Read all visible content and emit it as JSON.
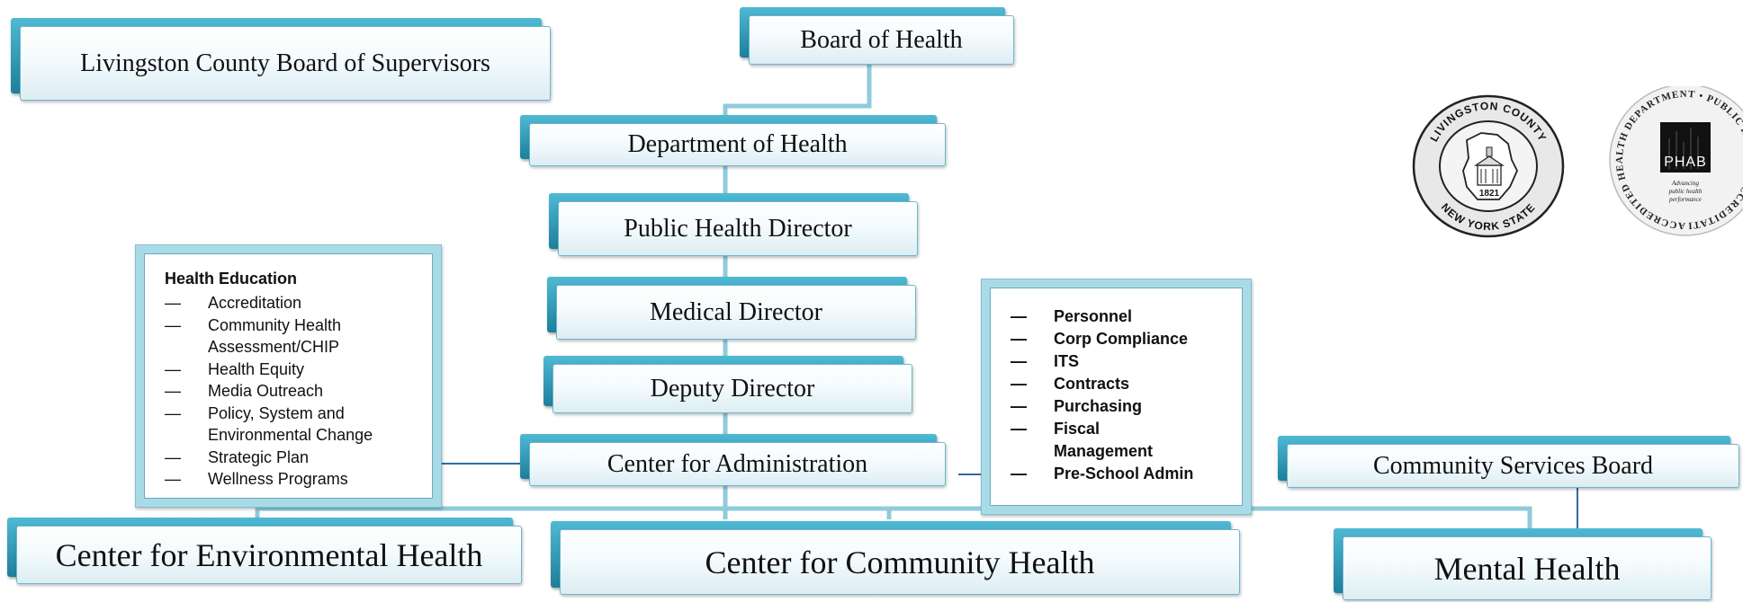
{
  "boxes": {
    "board_of_supervisors": "Livingston County Board of Supervisors",
    "board_of_health": "Board of Health",
    "department_of_health": "Department of Health",
    "public_health_director": "Public Health Director",
    "medical_director": "Medical Director",
    "deputy_director": "Deputy Director",
    "center_for_administration": "Center for Administration",
    "community_services_board": "Community Services Board",
    "center_for_environmental_health": "Center for Environmental Health",
    "center_for_community_health": "Center for Community Health",
    "mental_health": "Mental Health"
  },
  "health_education": {
    "heading": "Health Education",
    "dash": "—",
    "items": [
      "Accreditation",
      "Community Health Assessment/CHIP",
      "Health Equity",
      "Media Outreach",
      "Policy, System and Environmental Change",
      "Strategic Plan",
      "Wellness Programs"
    ]
  },
  "administration_list": {
    "dash": "—",
    "items": [
      "Personnel",
      "Corp Compliance",
      "ITS",
      "Contracts",
      "Purchasing",
      "Fiscal Management",
      "Pre-School Admin"
    ]
  },
  "seal": {
    "top_text": "LIVINGSTON COUNTY",
    "bottom_text": "NEW YORK STATE",
    "year": "1821"
  },
  "phab": {
    "ring_text": "ACCREDITED HEALTH DEPARTMENT • PUBLIC HEALTH ACCREDITATION BOARD",
    "name": "PHAB",
    "tagline_1": "Advancing",
    "tagline_2": "public health",
    "tagline_3": "performance"
  },
  "colors": {
    "box_accent": "#2a93b3",
    "connector": "#8fcbdb",
    "connector_dark": "#2e6aa3"
  }
}
